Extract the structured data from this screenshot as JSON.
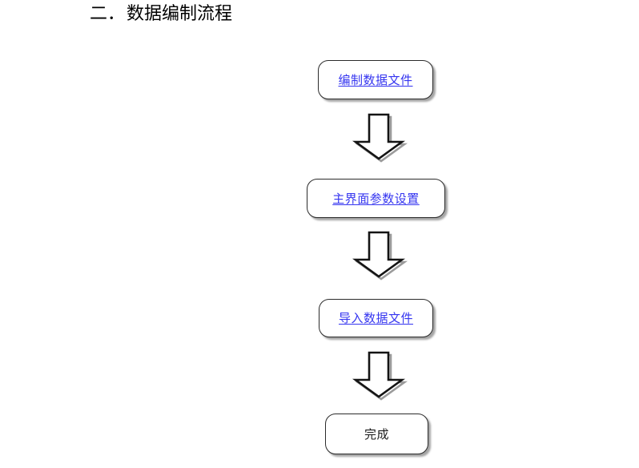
{
  "page": {
    "background_color": "#ffffff",
    "title": {
      "number": "二．",
      "text": "数据编制流程",
      "full": "二．数据编制流程",
      "color": "#000000"
    }
  },
  "colors": {
    "link_text": "#3535f0",
    "plain_text": "#1a1a1a",
    "box_border": "#2b2b2b",
    "box_fill": "#ffffff",
    "arrow_outline": "#141414",
    "arrow_fill": "#ffffff",
    "shadow": "#5a5a5a"
  },
  "flowchart": {
    "type": "vertical-flow",
    "nodes": [
      {
        "id": "node-1",
        "label": "编制数据文件",
        "shape": "rounded-rect",
        "text_style": "blue-underlined",
        "order": 1
      },
      {
        "id": "node-2",
        "label": "主界面参数设置",
        "shape": "rounded-rect",
        "text_style": "blue-underlined",
        "order": 2
      },
      {
        "id": "node-3",
        "label": "导入数据文件",
        "shape": "rounded-rect",
        "text_style": "blue-underlined",
        "order": 3
      },
      {
        "id": "node-4",
        "label": "完成",
        "shape": "rounded-rect",
        "text_style": "plain-black",
        "order": 4
      }
    ],
    "connectors": [
      {
        "id": "arrow-1",
        "from": "node-1",
        "to": "node-2",
        "icon": "down-block-arrow-icon"
      },
      {
        "id": "arrow-2",
        "from": "node-2",
        "to": "node-3",
        "icon": "down-block-arrow-icon"
      },
      {
        "id": "arrow-3",
        "from": "node-3",
        "to": "node-4",
        "icon": "down-block-arrow-icon"
      }
    ]
  }
}
